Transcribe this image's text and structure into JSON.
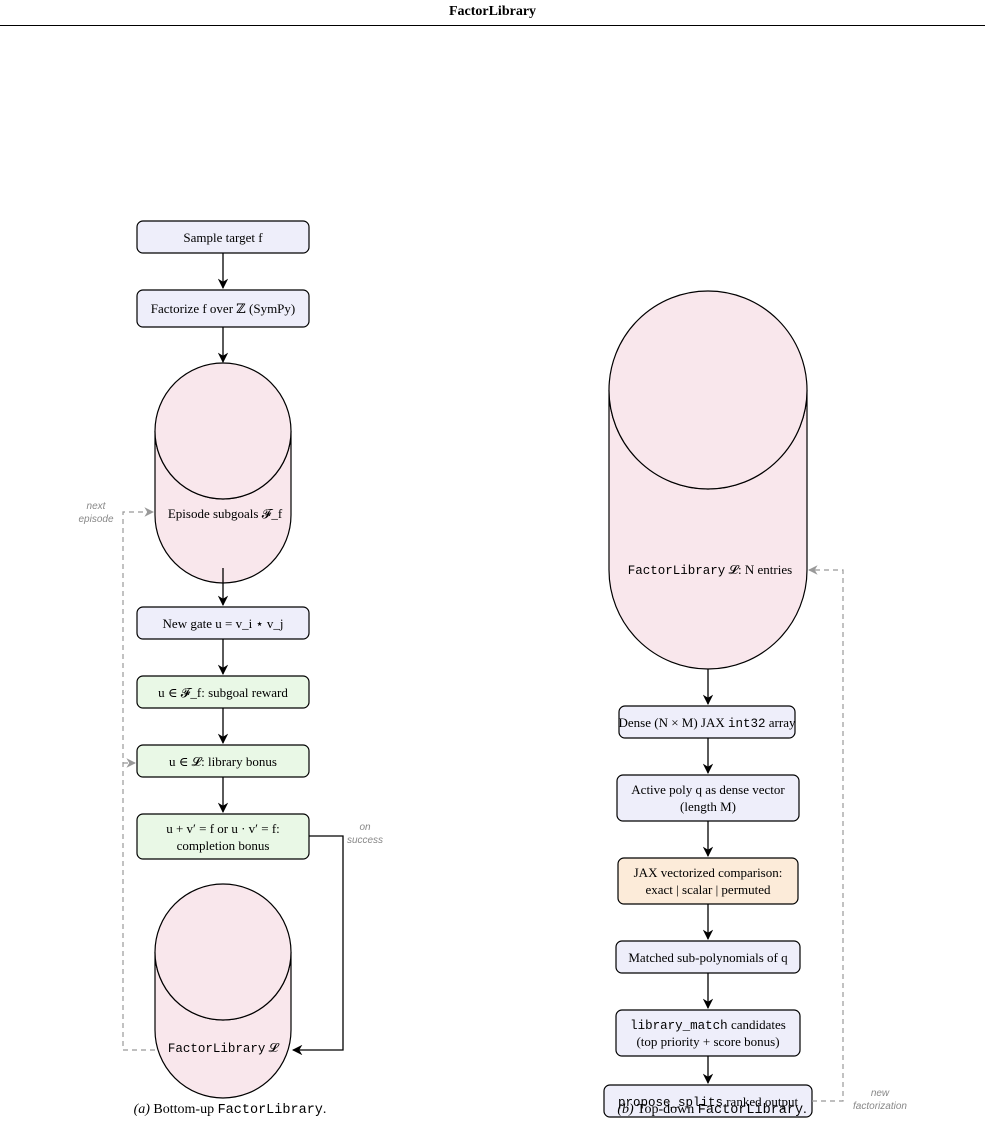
{
  "header": {
    "title": "FactorLibrary"
  },
  "left": {
    "sample": "Sample target f",
    "factorize": "Factorize f over ℤ (SymPy)",
    "subgoals": "Episode subgoals 𝓕_f",
    "new_gate": "New gate u = v_i ⋆ v_j",
    "subgoal_reward": "u ∈ 𝓕_f: subgoal reward",
    "library_bonus": "u ∈ 𝓛: library bonus",
    "completion_line1": "u + v′ = f or u · v′ = f:",
    "completion_line2": "completion bonus",
    "library": "FactorLibrary",
    "library_symbol": "𝓛",
    "next_episode_line1": "next",
    "next_episode_line2": "episode",
    "on_success_line1": "on",
    "on_success_line2": "success",
    "caption_prefix": "(a)",
    "caption_text": " Bottom-up ",
    "caption_mono": "FactorLibrary",
    "caption_suffix": "."
  },
  "right": {
    "library_mono": "FactorLibrary",
    "library_rest": " 𝓛: N entries",
    "dense_array_pre": "Dense (N × M) JAX ",
    "dense_array_mono": "int32",
    "dense_array_post": " array",
    "active_line1": "Active poly q as dense vector",
    "active_line2": "(length M)",
    "compare_line1": "JAX vectorized comparison:",
    "compare_line2": "exact | scalar | permuted",
    "matched": "Matched sub-polynomials of q",
    "match_mono": "library_match",
    "match_rest": " candidates",
    "match_line2": "(top priority + score bonus)",
    "propose_mono": "propose_splits",
    "propose_rest": " ranked output",
    "new_fact_line1": "new",
    "new_fact_line2": "factorization",
    "caption_prefix": "(b)",
    "caption_text": " Top-down ",
    "caption_mono": "FactorLibrary",
    "caption_suffix": "."
  }
}
